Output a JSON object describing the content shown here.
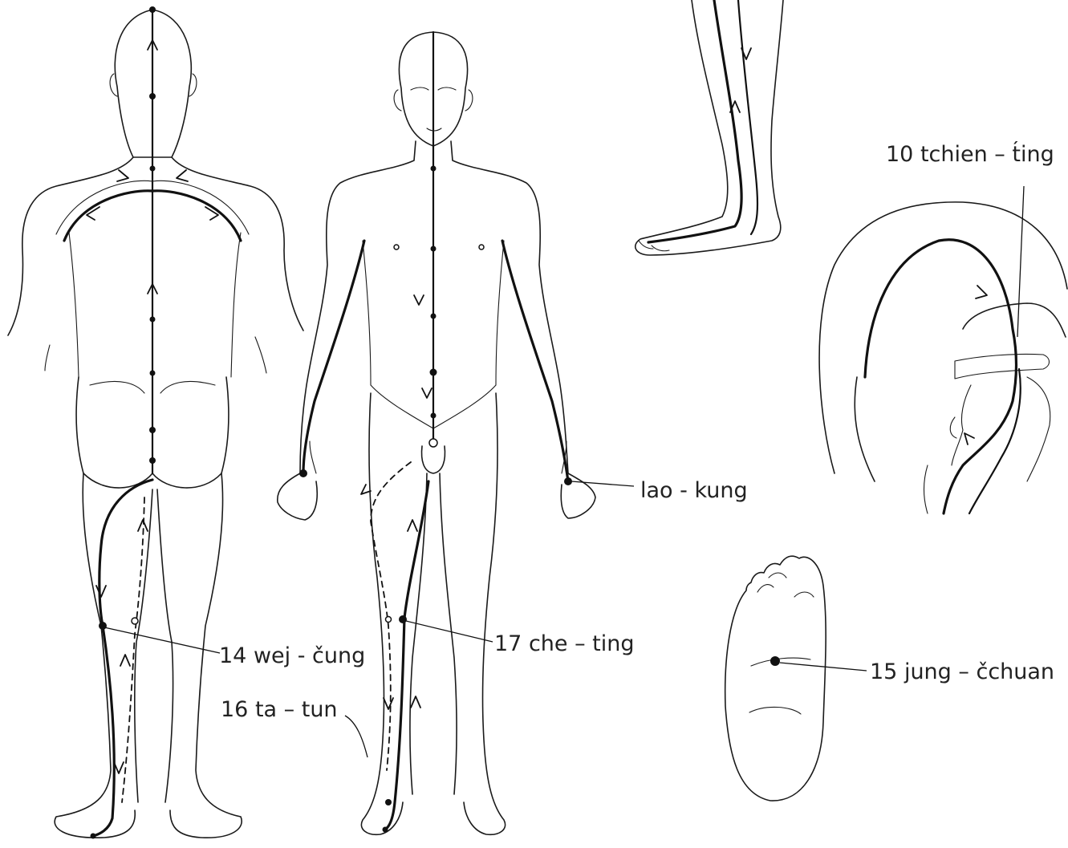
{
  "labels": {
    "lao_kung": "lao - kung",
    "wej_cung": "14  wej - čung",
    "che_ting": "17 che – ting",
    "ta_tun": "16  ta – tun",
    "jung_cchuan": "15  jung – čchuan",
    "tchien_ting": "10  tchien – t́ing"
  },
  "colors": {
    "ink": "#111111",
    "paper": "#ffffff"
  },
  "figures": [
    "back-view-figure",
    "front-view-figure",
    "leg-side-view",
    "head-side-view",
    "foot-sole-view"
  ]
}
